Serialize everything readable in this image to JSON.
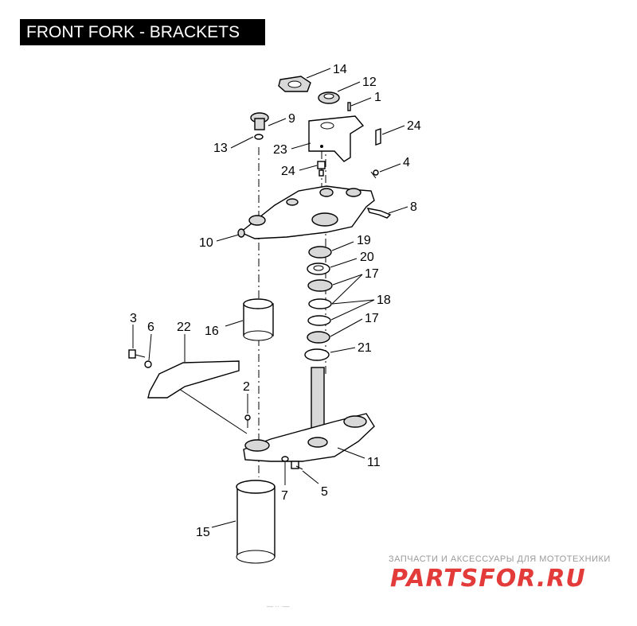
{
  "header": {
    "title": "FRONT FORK - BRACKETS"
  },
  "callouts": [
    {
      "id": "c14",
      "label": "14"
    },
    {
      "id": "c12",
      "label": "12"
    },
    {
      "id": "c1",
      "label": "1"
    },
    {
      "id": "c9",
      "label": "9"
    },
    {
      "id": "c24a",
      "label": "24"
    },
    {
      "id": "c13",
      "label": "13"
    },
    {
      "id": "c23",
      "label": "23"
    },
    {
      "id": "c24b",
      "label": "24"
    },
    {
      "id": "c4",
      "label": "4"
    },
    {
      "id": "c8",
      "label": "8"
    },
    {
      "id": "c10",
      "label": "10"
    },
    {
      "id": "c19",
      "label": "19"
    },
    {
      "id": "c20",
      "label": "20"
    },
    {
      "id": "c17a",
      "label": "17"
    },
    {
      "id": "c18",
      "label": "18"
    },
    {
      "id": "c17b",
      "label": "17"
    },
    {
      "id": "c3",
      "label": "3"
    },
    {
      "id": "c6",
      "label": "6"
    },
    {
      "id": "c22",
      "label": "22"
    },
    {
      "id": "c16",
      "label": "16"
    },
    {
      "id": "c21",
      "label": "21"
    },
    {
      "id": "c2",
      "label": "2"
    },
    {
      "id": "c11",
      "label": "11"
    },
    {
      "id": "c7",
      "label": "7"
    },
    {
      "id": "c5",
      "label": "5"
    },
    {
      "id": "c15",
      "label": "15"
    }
  ],
  "watermark": {
    "line1": "ЗАПЧАСТИ И АКСЕССУАРЫ ДЛЯ МОТОТЕХНИКИ",
    "line2": "PARTSFOR.RU",
    "color_line1": "#9a9a9a",
    "color_line2": "#e33a3a"
  },
  "footer_note": "— ·· ·—"
}
